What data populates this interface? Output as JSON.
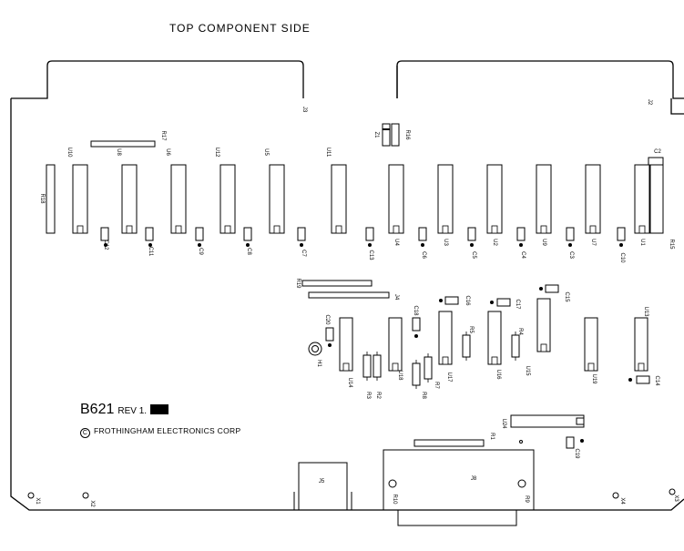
{
  "title": "TOP COMPONENT SIDE",
  "board_id": "B621",
  "revision": "REV 1.",
  "copyright_symbol": "C",
  "company": "FROTHINGHAM ELECTRONICS CORP",
  "components": {
    "ic_top": [
      "U10",
      "U8",
      "U6",
      "U12",
      "U5",
      "U11",
      "U4",
      "U3",
      "U2",
      "U9",
      "U7",
      "U1"
    ],
    "ic_bottom": [
      "U14",
      "U18",
      "U17",
      "U16",
      "U15",
      "U19",
      "U13",
      "U24"
    ],
    "capacitors": [
      "C12",
      "C11",
      "C9",
      "C8",
      "C7",
      "C13",
      "C6",
      "C5",
      "C4",
      "C3",
      "C10",
      "C2",
      "C18",
      "C16",
      "C17",
      "C15",
      "C20",
      "C14",
      "C19"
    ],
    "resistors": [
      "R18",
      "R17",
      "R16",
      "R15",
      "R19",
      "R5",
      "R4",
      "R3",
      "R2",
      "R8",
      "R7",
      "R1",
      "R10",
      "R9"
    ],
    "diodes": [
      "Z1"
    ],
    "connectors": [
      "J3",
      "J2",
      "J4",
      "J5",
      "J8"
    ],
    "misc": [
      "H1",
      "X1",
      "X2",
      "X3",
      "X4"
    ]
  }
}
